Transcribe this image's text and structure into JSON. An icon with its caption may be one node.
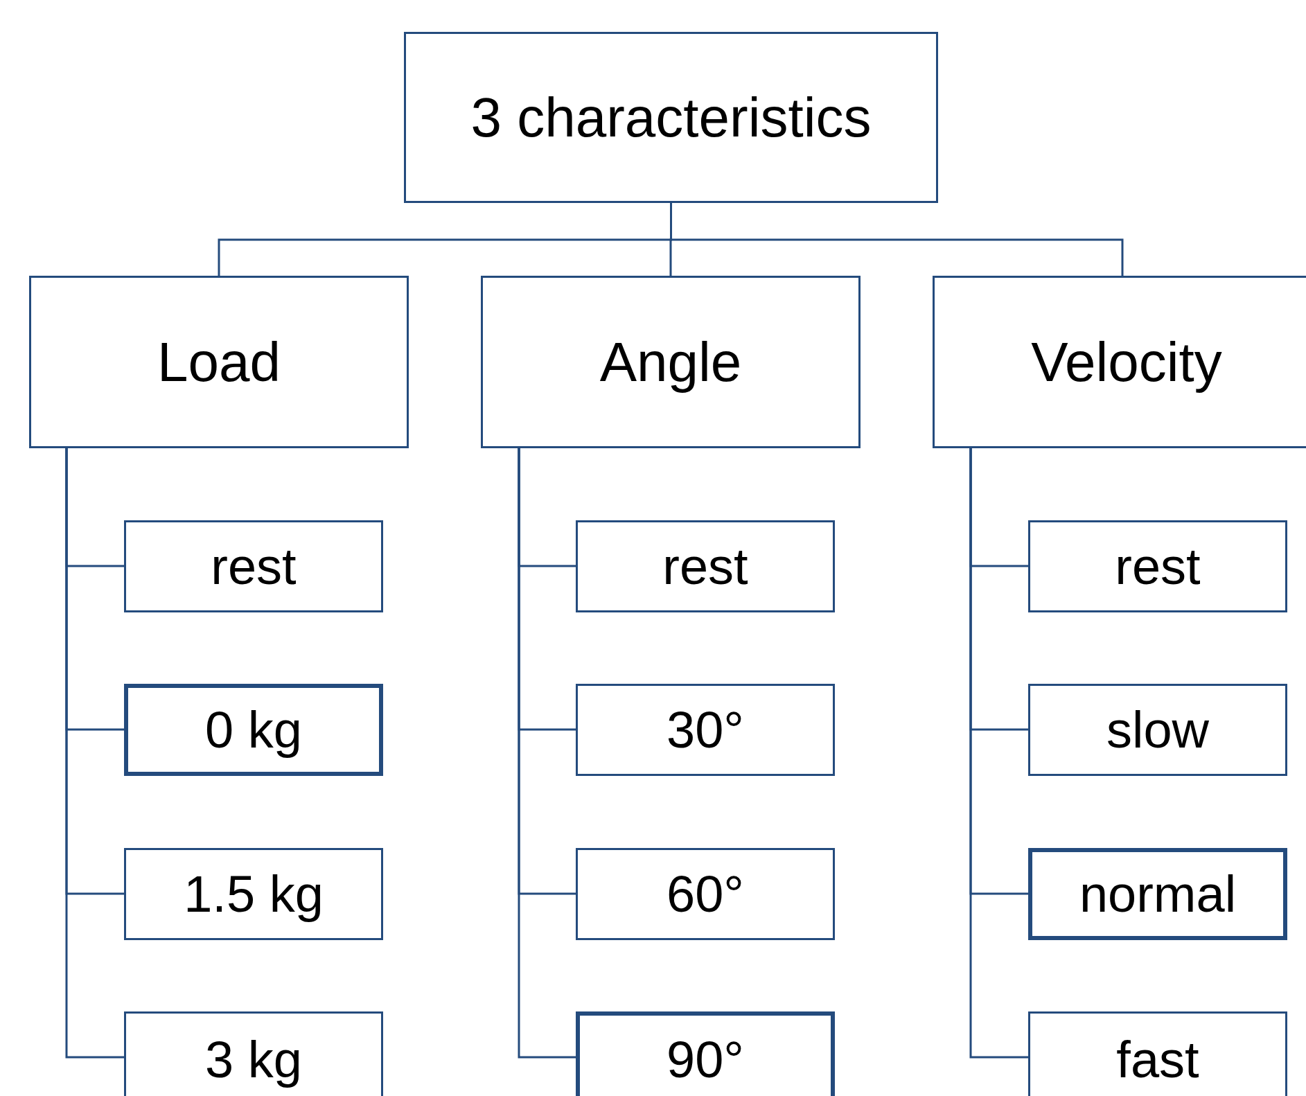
{
  "diagram": {
    "nodes": [
      {
        "text": [
          "3 characteristics"
        ]
      },
      {
        "text": [
          "Load"
        ]
      },
      {
        "text": [
          "Angle"
        ]
      },
      {
        "text": [
          "Velocity"
        ]
      },
      {
        "text": [
          "rest"
        ]
      },
      {
        "text": [
          "0 kg"
        ]
      },
      {
        "text": [
          "1.5 kg"
        ]
      },
      {
        "text": [
          "3 kg"
        ]
      },
      {
        "text": [
          "rest"
        ]
      },
      {
        "text": [
          "30°"
        ]
      },
      {
        "text": [
          "60°"
        ]
      },
      {
        "text": [
          "90°"
        ]
      },
      {
        "text": [
          "rest"
        ]
      },
      {
        "text": [
          "slow"
        ]
      },
      {
        "text": [
          "normal"
        ]
      },
      {
        "text": [
          "fast"
        ]
      }
    ],
    "edges": [
      {
        "from": 0,
        "to": 1,
        "arrow": "none"
      },
      {
        "from": 0,
        "to": 2,
        "arrow": "none"
      },
      {
        "from": 0,
        "to": 3,
        "arrow": "none"
      },
      {
        "from": 1,
        "to": 4,
        "arrow": "none"
      },
      {
        "from": 1,
        "to": 5,
        "arrow": "none"
      },
      {
        "from": 1,
        "to": 6,
        "arrow": "none"
      },
      {
        "from": 1,
        "to": 7,
        "arrow": "none"
      },
      {
        "from": 2,
        "to": 8,
        "arrow": "none"
      },
      {
        "from": 2,
        "to": 9,
        "arrow": "none"
      },
      {
        "from": 2,
        "to": 10,
        "arrow": "none"
      },
      {
        "from": 2,
        "to": 11,
        "arrow": "none"
      },
      {
        "from": 3,
        "to": 12,
        "arrow": "none"
      },
      {
        "from": 3,
        "to": 13,
        "arrow": "none"
      },
      {
        "from": 3,
        "to": 14,
        "arrow": "none"
      },
      {
        "from": 3,
        "to": 15,
        "arrow": "none"
      }
    ]
  }
}
